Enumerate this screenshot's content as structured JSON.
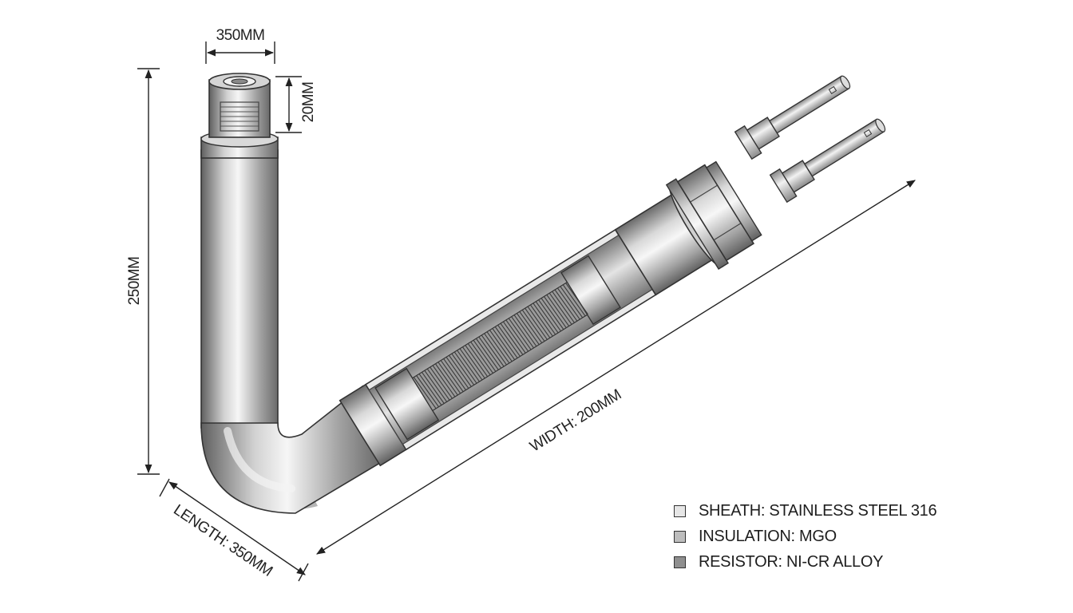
{
  "dimensions": {
    "top_width": "350MM",
    "cap_height": "20MM",
    "vertical_height": "250MM",
    "width": "WIDTH: 200MM",
    "length": "LENGTH: 350MM"
  },
  "legend": {
    "items": [
      {
        "label": "SHEATH: STAINLESS STEEL 316",
        "color": "#e6e6e6"
      },
      {
        "label": "INSULATION: MGO",
        "color": "#bdbdbd"
      },
      {
        "label": "RESISTOR: NI-CR ALLOY",
        "color": "#8f8f8f"
      }
    ]
  }
}
